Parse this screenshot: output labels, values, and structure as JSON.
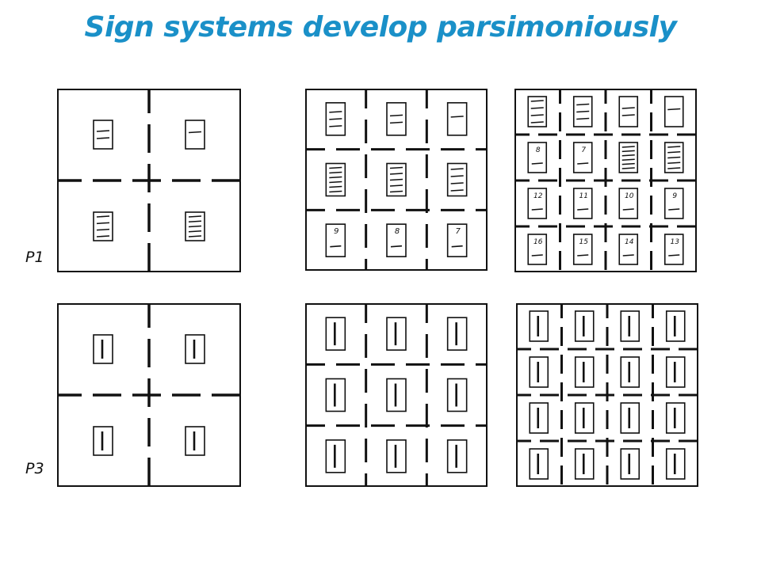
{
  "title": "Sign systems develop parsimoniously",
  "colors": {
    "title": "#1a90c8",
    "ink": "#111111"
  },
  "rows": [
    {
      "label": "P1",
      "style": "tally",
      "grids": [
        {
          "size": 2,
          "tallies": [
            2,
            1,
            4,
            5
          ],
          "numbers": [
            "",
            "",
            "",
            ""
          ]
        },
        {
          "size": 3,
          "tallies": [
            3,
            2,
            1,
            6,
            5,
            4,
            1,
            1,
            1
          ],
          "numbers": [
            "",
            "",
            "",
            "",
            "",
            "",
            "9",
            "8",
            "7"
          ]
        },
        {
          "size": 4,
          "tallies": [
            4,
            3,
            2,
            1,
            1,
            1,
            6,
            5,
            1,
            1,
            1,
            1,
            1,
            1,
            1,
            1
          ],
          "numbers": [
            "",
            "",
            "",
            "",
            "8",
            "7",
            "",
            "",
            "12",
            "11",
            "10",
            "9",
            "16",
            "15",
            "14",
            "13"
          ]
        }
      ]
    },
    {
      "label": "P3",
      "style": "vertical",
      "grids": [
        {
          "size": 2
        },
        {
          "size": 3
        },
        {
          "size": 4
        }
      ]
    }
  ]
}
